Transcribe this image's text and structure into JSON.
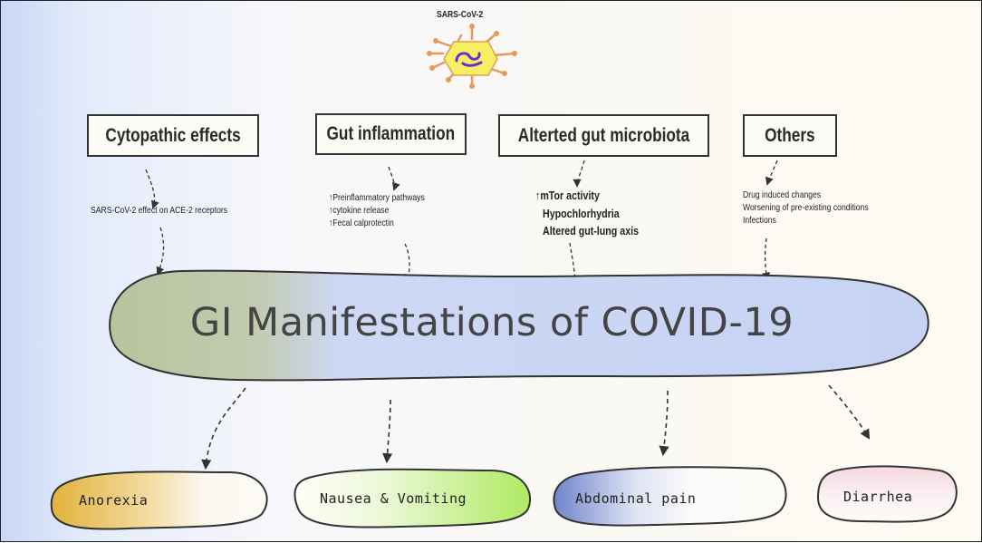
{
  "virus": {
    "label": "SARS-CoV-2"
  },
  "main_title": "GI Manifestations of COVID-19",
  "causes": [
    {
      "title": "Cytopathic effects",
      "details": [
        "SARS-CoV-2 effect on ACE-2 receptors"
      ]
    },
    {
      "title": "Gut inflammation",
      "details": [
        "↑Preinflammatory pathways",
        "↑cytokine release",
        "↑Fecal calprotectin"
      ]
    },
    {
      "title": "Alterted gut microbiota",
      "details": [
        "↑mTor activity",
        "Hypochlorhydria",
        "Altered gut-lung axis"
      ]
    },
    {
      "title": "Others",
      "details": [
        "Drug induced changes",
        "Worsening of pre-existing conditions",
        "Infections"
      ]
    }
  ],
  "manifestations": [
    {
      "label": "Anorexia",
      "color": "#e2b23c"
    },
    {
      "label": "Nausea & Vomiting",
      "color": "#b5ef6c"
    },
    {
      "label": "Abdominal pain",
      "color": "#7d8fd0"
    },
    {
      "label": "Diarrhea",
      "color": "#f0c8d4"
    }
  ],
  "colors": {
    "main_blob_left": "#b7c49d",
    "main_blob_right": "#c9d6f5",
    "virus_body": "#f7ef62",
    "virus_rna": "#6a2bd1"
  }
}
